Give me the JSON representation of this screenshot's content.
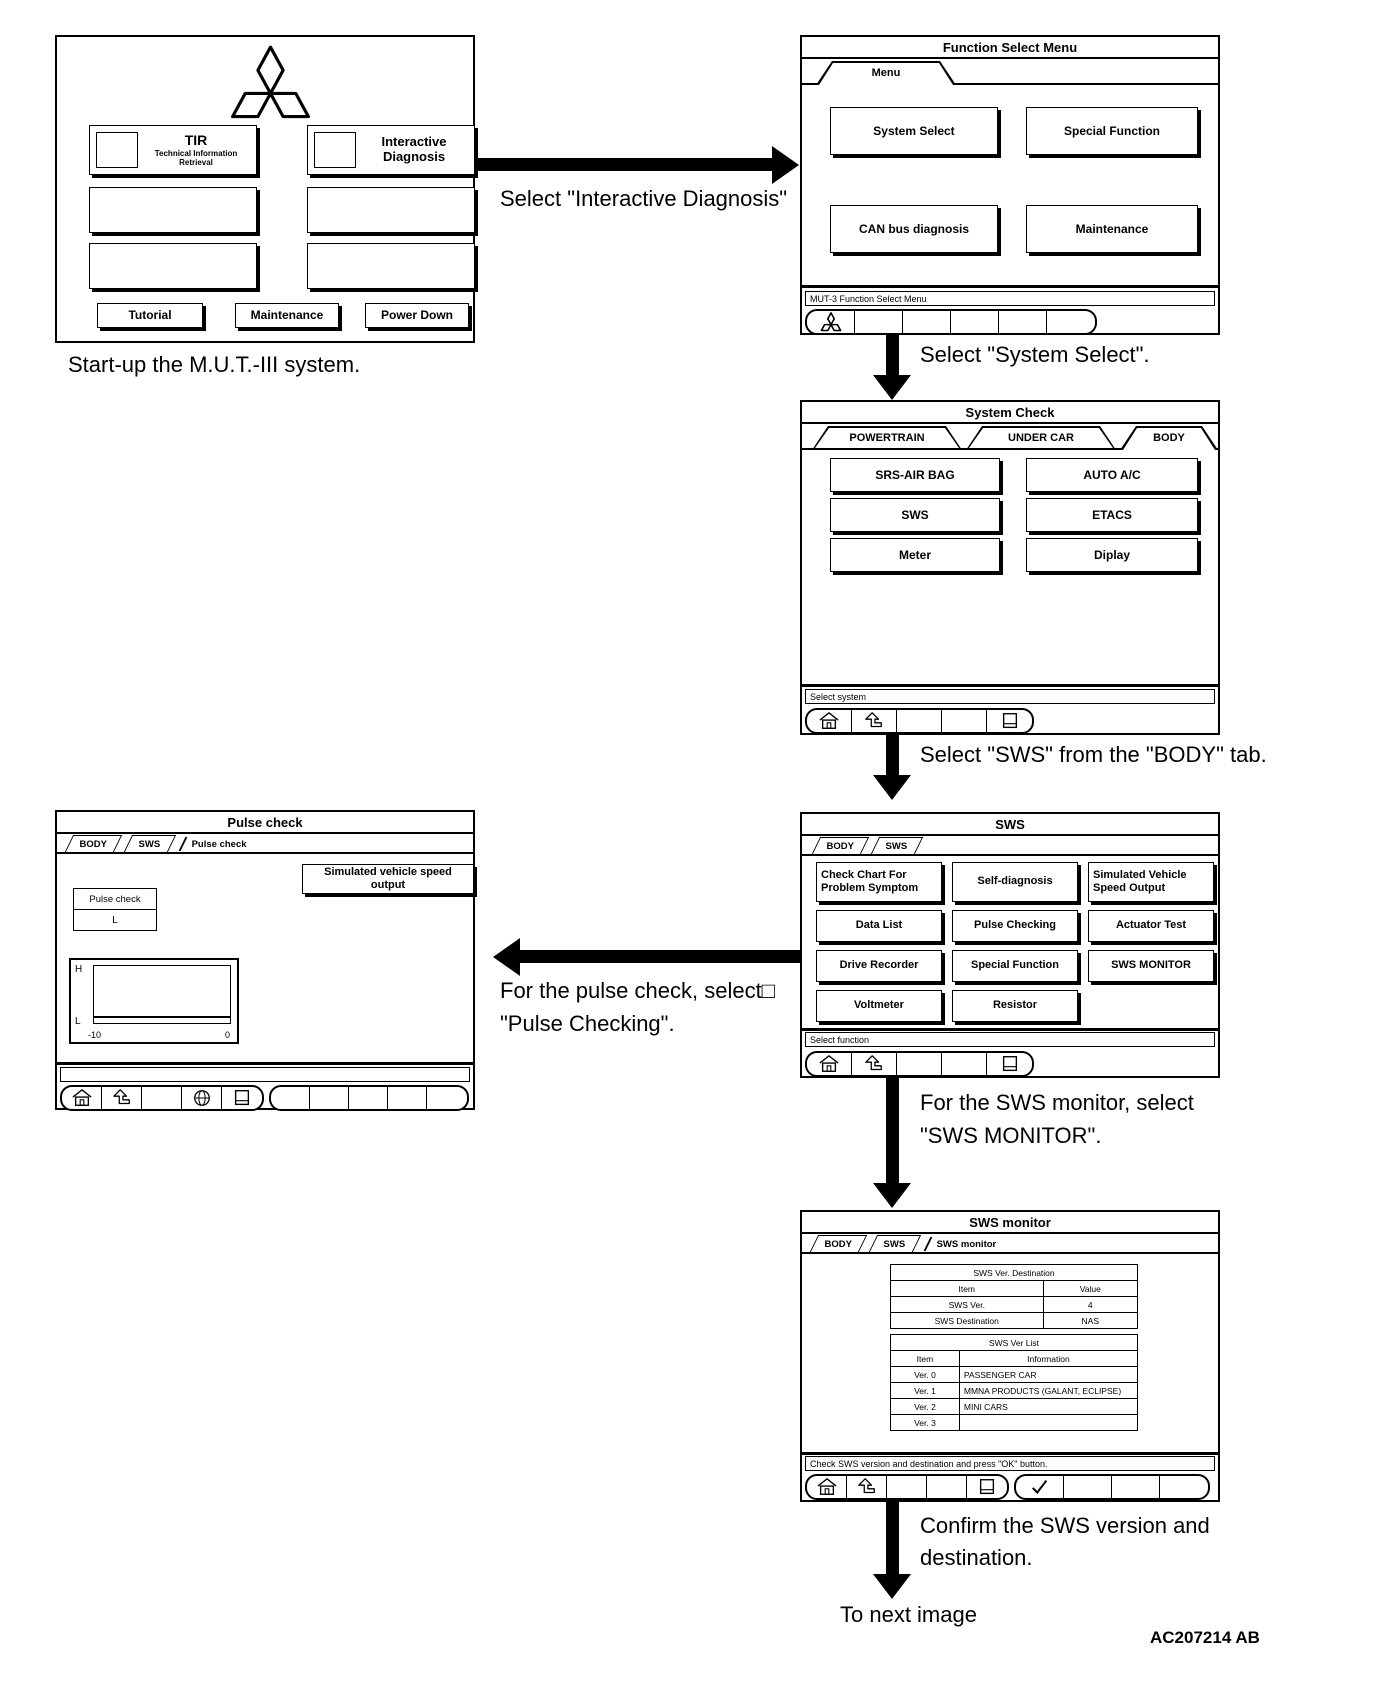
{
  "page": {
    "doc_id": "AC207214 AB"
  },
  "captions": {
    "startup": "Start-up the M.U.T.-III system.",
    "select_interactive": "Select \"Interactive Diagnosis\"",
    "select_system": "Select \"System Select\".",
    "select_sws": "Select \"SWS\" from the \"BODY\" tab.",
    "pulse_1": "For the pulse check, select□",
    "pulse_2": "\"Pulse Checking\".",
    "monitor_1": "For the SWS monitor, select",
    "monitor_2": "\"SWS MONITOR\".",
    "confirm": "Confirm the SWS version and destination.",
    "to_next": "To next image"
  },
  "startup": {
    "tir_title": "TIR",
    "tir_subtitle": "Technical Information Retrieval",
    "interactive_label": "Interactive Diagnosis",
    "tutorial": "Tutorial",
    "maintenance": "Maintenance",
    "power_down": "Power Down"
  },
  "function_select": {
    "title": "Function Select Menu",
    "tab_menu": "Menu",
    "btn_system_select": "System Select",
    "btn_special_function": "Special Function",
    "btn_can_bus": "CAN bus diagnosis",
    "btn_maintenance": "Maintenance",
    "status": "MUT-3 Function Select Menu"
  },
  "system_check": {
    "title": "System Check",
    "tab_powertrain": "POWERTRAIN",
    "tab_under_car": "UNDER CAR",
    "tab_body": "BODY",
    "btn_srs_air_bag": "SRS-AIR BAG",
    "btn_auto_ac": "AUTO A/C",
    "btn_sws": "SWS",
    "btn_etacs": "ETACS",
    "btn_meter": "Meter",
    "btn_display": "Diplay",
    "status": "Select system"
  },
  "sws": {
    "title": "SWS",
    "tab_body": "BODY",
    "tab_sws": "SWS",
    "btn_check_chart": "Check Chart For Problem Symptom",
    "btn_self_diagnosis": "Self-diagnosis",
    "btn_sim_speed": "Simulated Vehicle Speed Output",
    "btn_data_list": "Data List",
    "btn_pulse_checking": "Pulse Checking",
    "btn_actuator_test": "Actuator Test",
    "btn_drive_recorder": "Drive Recorder",
    "btn_special_function": "Special Function",
    "btn_sws_monitor": "SWS MONITOR",
    "btn_voltmeter": "Voltmeter",
    "btn_resistor": "Resistor",
    "status": "Select function"
  },
  "pulse_check": {
    "title": "Pulse check",
    "tab_body": "BODY",
    "tab_sws": "SWS",
    "tab_current": "Pulse check",
    "btn_sim_speed": "Simulated vehicle speed output",
    "meter_title": "Pulse check",
    "meter_value": "L",
    "graph": {
      "y_high": "H",
      "y_low": "L",
      "x_min": "-10",
      "x_max": "0"
    }
  },
  "sws_monitor": {
    "title": "SWS monitor",
    "tab_body": "BODY",
    "tab_sws": "SWS",
    "tab_current": "SWS monitor",
    "ver_table": {
      "title": "SWS Ver. Destination",
      "col_item": "Item",
      "col_value": "Value",
      "rows": [
        [
          "SWS Ver.",
          "4"
        ],
        [
          "SWS Destination",
          "NAS"
        ]
      ]
    },
    "list_table": {
      "title": "SWS Ver List",
      "col_item": "Item",
      "col_info": "Information",
      "rows": [
        [
          "Ver. 0",
          "PASSENGER CAR"
        ],
        [
          "Ver. 1",
          "MMNA PRODUCTS (GALANT, ECLIPSE)"
        ],
        [
          "Ver. 2",
          "MINI CARS"
        ],
        [
          "Ver. 3",
          ""
        ]
      ]
    },
    "status": "Check SWS version and destination and press \"OK\" button."
  }
}
